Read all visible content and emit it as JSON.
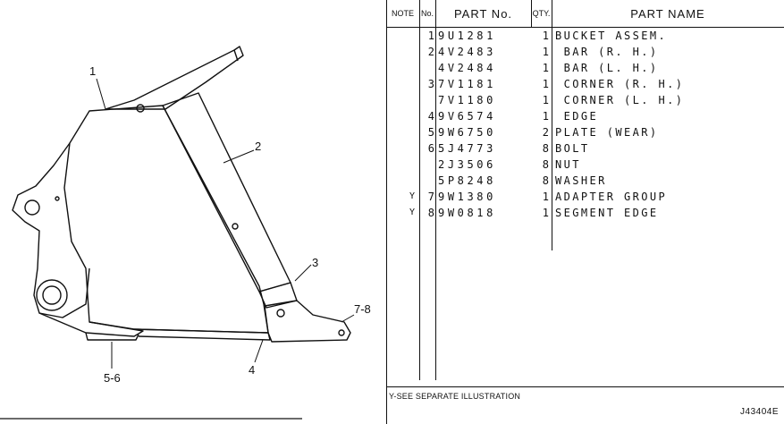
{
  "figure": {
    "callouts": [
      "1",
      "2",
      "3",
      "4",
      "5-6",
      "7-8"
    ]
  },
  "table": {
    "headers": {
      "note": "NOTE",
      "no": "No.",
      "part": "PART No.",
      "qty": "QTY.",
      "name": "PART NAME"
    },
    "rows": [
      {
        "note": "",
        "no": "1",
        "part": "9U1281",
        "qty": "1",
        "name": "BUCKET ASSEM."
      },
      {
        "note": "",
        "no": "2",
        "part": "4V2483",
        "qty": "1",
        "name": " BAR (R. H.)"
      },
      {
        "note": "",
        "no": "",
        "part": "4V2484",
        "qty": "1",
        "name": " BAR (L. H.)"
      },
      {
        "note": "",
        "no": "3",
        "part": "7V1181",
        "qty": "1",
        "name": " CORNER (R. H.)"
      },
      {
        "note": "",
        "no": "",
        "part": "7V1180",
        "qty": "1",
        "name": " CORNER (L. H.)"
      },
      {
        "note": "",
        "no": "4",
        "part": "9V6574",
        "qty": "1",
        "name": " EDGE"
      },
      {
        "note": "",
        "no": "5",
        "part": "9W6750",
        "qty": "2",
        "name": "PLATE (WEAR)"
      },
      {
        "note": "",
        "no": "6",
        "part": "5J4773",
        "qty": "8",
        "name": "BOLT"
      },
      {
        "note": "",
        "no": "",
        "part": "2J3506",
        "qty": "8",
        "name": "NUT"
      },
      {
        "note": "",
        "no": "",
        "part": "5P8248",
        "qty": "8",
        "name": "WASHER"
      },
      {
        "note": "Y",
        "no": "7",
        "part": "9W1380",
        "qty": "1",
        "name": "ADAPTER GROUP"
      },
      {
        "note": "Y",
        "no": "8",
        "part": "9W0818",
        "qty": "1",
        "name": "SEGMENT EDGE"
      }
    ]
  },
  "footnote": "Y-SEE SEPARATE ILLUSTRATION",
  "figure_code": "J43404E"
}
